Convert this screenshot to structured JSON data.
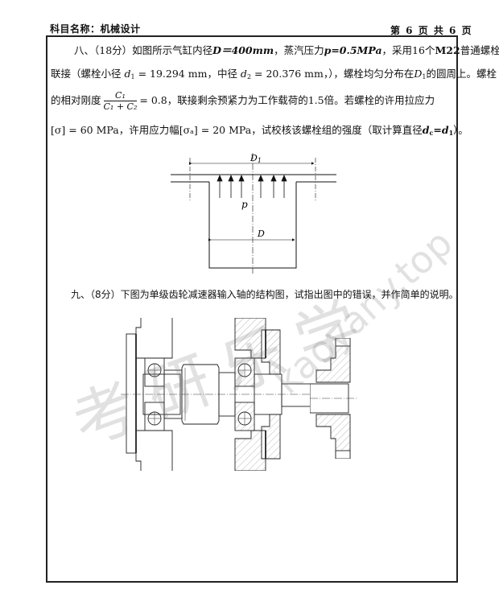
{
  "header": {
    "subject_label": "科目名称：机械设计",
    "page_info": "第 6 页 共 6 页"
  },
  "question8": {
    "number": "八、（18分）",
    "line1": {
      "t1": "如图所示气缸内径",
      "D_eq": "D＝400mm",
      "t2": "，蒸汽压力",
      "p_eq": "p=0.5MPa",
      "t3": "，采用16个",
      "m22": "M22",
      "t4": "普通螺栓"
    },
    "line2": {
      "t1": "联接（螺栓小径 ",
      "d1": "d",
      "d1_sub": "1",
      "d1_val": " = 19.294 mm",
      "t2": "，中径 ",
      "d2": "d",
      "d2_sub": "2",
      "d2_val": " = 20.376 mm",
      "t3": "，），螺栓均匀分布在",
      "D1": "D",
      "D1_sub": "1",
      "t4": "的圆周上。螺栓"
    },
    "line3": {
      "t1": "的相对刚度",
      "frac_num": "C₁",
      "frac_den": "C₁ + C₂",
      "t2": "= 0.8，联接剩余预紧力为工作载荷的1.5倍。若螺栓的许用拉应力"
    },
    "line4": {
      "sigma": "[σ] = 60 MPa",
      "t1": "，许用应力幅",
      "sigma_a": "[σₐ] = 20 MPa",
      "t2": "，试校核该螺栓组的强度（取计算直径",
      "dc": "d",
      "dc_sub": "c",
      "eq": "=",
      "d1": "d",
      "d1_sub": "1",
      "t3": "）。"
    },
    "figure": {
      "label_D1": "D",
      "label_D1_sub": "1",
      "label_p": "p",
      "label_D": "D"
    }
  },
  "question9": {
    "text": "九、（8分）下图为单级齿轮减速器输入轴的结构图，试指出图中的错误，并作简单的说明。"
  },
  "watermarks": {
    "cn": "考研乐学",
    "url": "kaoyany.top"
  }
}
